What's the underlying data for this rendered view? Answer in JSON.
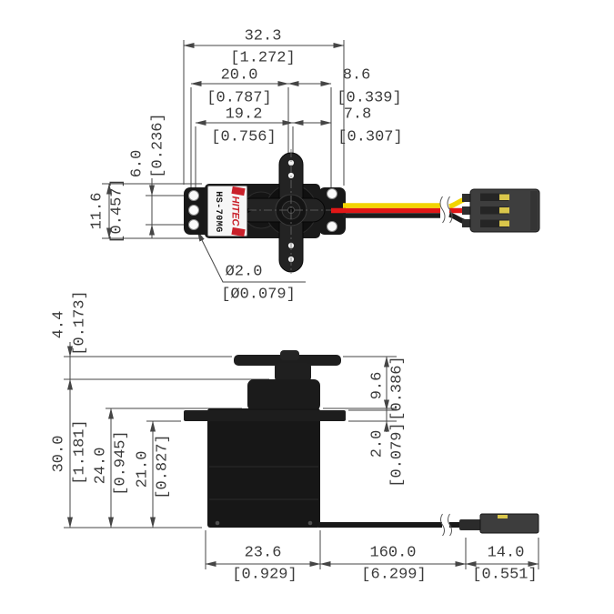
{
  "product": {
    "brand": "HITEC",
    "model": "HS-70MG"
  },
  "top_view": {
    "total_width": {
      "mm": "32.3",
      "in": "[1.272]"
    },
    "left_to_shaft": {
      "mm": "20.0",
      "in": "[0.787]"
    },
    "body_to_shaft": {
      "mm": "19.2",
      "in": "[0.756]"
    },
    "shaft_to_hole": {
      "mm": "8.6",
      "in": "[0.339]"
    },
    "shaft_to_edge": {
      "mm": "7.8",
      "in": "[0.307]"
    },
    "hole_span": {
      "mm": "6.0",
      "in": "[0.236]"
    },
    "body_height": {
      "mm": "11.6",
      "in": "[0.457]"
    },
    "mount_hole_dia": {
      "mm": "Ø2.0",
      "in": "[Ø0.079]"
    }
  },
  "side_view": {
    "horn_thickness": {
      "mm": "4.4",
      "in": "[0.173]"
    },
    "total_height": {
      "mm": "30.0",
      "in": "[1.181]"
    },
    "case_height": {
      "mm": "24.0",
      "in": "[0.945]"
    },
    "lower_height": {
      "mm": "21.0",
      "in": "[0.827]"
    },
    "horn_to_flange": {
      "mm": "9.6",
      "in": "[0.386]"
    },
    "flange_thickness": {
      "mm": "2.0",
      "in": "[0.079]"
    },
    "body_width": {
      "mm": "23.6",
      "in": "[0.929]"
    },
    "cable_length": {
      "mm": "160.0",
      "in": "[6.299]"
    },
    "connector_length": {
      "mm": "14.0",
      "in": "[0.551]"
    }
  },
  "cable": {
    "wire_colors": [
      "yellow",
      "red",
      "black"
    ],
    "connector_pins": 3
  },
  "colors": {
    "line": "#454545",
    "text": "#3b3b3b",
    "servo_body": "#1a1a1a",
    "label_background": "#f6f6f6",
    "brand_red": "#c9202a",
    "wire_yellow": "#f2d400",
    "wire_red": "#e11717",
    "wire_black": "#1c1c1c",
    "pin_yellow": "#d9c64b",
    "connector_gray": "#3d3d3d"
  }
}
